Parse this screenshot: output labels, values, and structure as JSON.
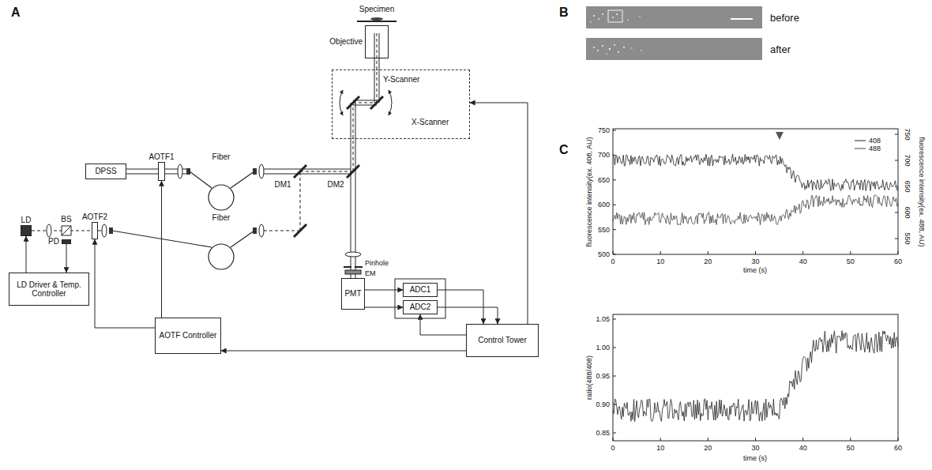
{
  "diagram": {
    "nodes": [
      {
        "text": [
          "Objective"
        ]
      },
      {
        "text": [
          "Y-Scanner",
          "X-Scanner"
        ]
      },
      {
        "text": [
          "DPSS"
        ]
      },
      {
        "text": [
          "AOTF1"
        ]
      },
      {
        "text": [
          "LD"
        ]
      },
      {
        "text": [
          "AOTF2"
        ]
      },
      {
        "text": [
          "PD"
        ]
      },
      {
        "text": [
          "PMT"
        ]
      },
      {
        "text": [
          "ADC1"
        ]
      },
      {
        "text": [
          "ADC2"
        ]
      },
      {
        "text": [
          "LD Driver & Temp. Controller"
        ]
      },
      {
        "text": [
          "AOTF Controller"
        ]
      },
      {
        "text": [
          "Control Tower"
        ]
      }
    ],
    "edges": [
      {
        "from": 11,
        "to": 3,
        "arrow": "to"
      },
      {
        "from": 11,
        "to": 5,
        "arrow": "to"
      },
      {
        "from": 10,
        "to": 4,
        "arrow": "to"
      },
      {
        "from": 6,
        "to": 10,
        "arrow": "to"
      },
      {
        "from": 12,
        "to": 11,
        "arrow": "to"
      },
      {
        "from": 12,
        "to": 1,
        "arrow": "to"
      },
      {
        "from": 7,
        "to": 8,
        "arrow": "to"
      },
      {
        "from": 7,
        "to": 9,
        "arrow": "to"
      },
      {
        "from": 8,
        "to": 12,
        "arrow": "to"
      },
      {
        "from": 9,
        "to": 12,
        "arrow": "to"
      },
      {
        "from": 12,
        "to": 9,
        "arrow": "to"
      }
    ],
    "labels": [
      "A",
      "B",
      "C",
      "Specimen",
      "Fiber",
      "Fiber",
      "DM1",
      "DM2",
      "BS",
      "Pinhole",
      "EM",
      "before",
      "after",
      "750",
      "700",
      "650",
      "600",
      "550",
      "500",
      "fluorescence intensity(ex. 408, AU)",
      "750",
      "700",
      "650",
      "600",
      "550",
      "fluorescence intensity(ex. 488, AU)",
      "0",
      "10",
      "20",
      "30",
      "40",
      "50",
      "60",
      "time (s)",
      "1.05",
      "1.00",
      "0.95",
      "0.90",
      "0.85",
      "ratio(488/408)",
      "0",
      "10",
      "20",
      "30",
      "40",
      "50",
      "60",
      "time (s)"
    ],
    "legend": [
      {
        "text": "408"
      },
      {
        "text": "488"
      }
    ]
  }
}
